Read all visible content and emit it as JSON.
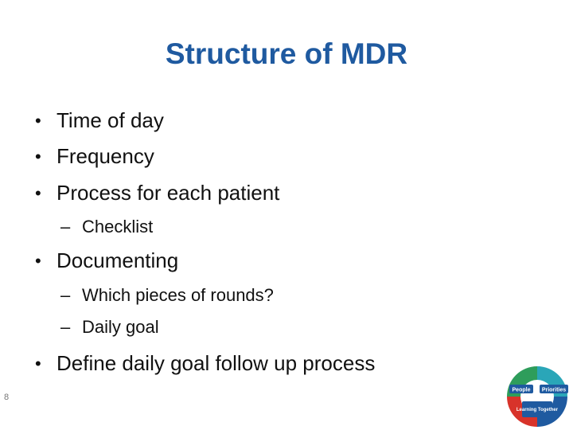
{
  "slide": {
    "title": "Structure of MDR",
    "page_number": "8",
    "bullet_glyph": "•",
    "dash_glyph": "–",
    "items": [
      {
        "level": 1,
        "text": "Time of day"
      },
      {
        "level": 1,
        "text": "Frequency"
      },
      {
        "level": 1,
        "text": "Process for each patient"
      },
      {
        "level": 2,
        "text": "Checklist"
      },
      {
        "level": 1,
        "text": "Documenting"
      },
      {
        "level": 2,
        "text": "Which pieces of rounds?"
      },
      {
        "level": 2,
        "text": "Daily goal"
      },
      {
        "level": 1,
        "text": "Define daily goal follow up process"
      }
    ]
  },
  "logo": {
    "icon": "circular-people-priorities-logo",
    "labels": [
      "People",
      "Priorities",
      "Learning Together"
    ],
    "colors": {
      "ring_green": "#2e9d5b",
      "ring_teal": "#2aa6b8",
      "ring_red": "#d8332a",
      "ring_blue": "#1f5aa0",
      "label_bg": "#1f5aa0"
    }
  },
  "colors": {
    "title": "#1f5aa0",
    "text": "#111111",
    "background": "#ffffff"
  }
}
